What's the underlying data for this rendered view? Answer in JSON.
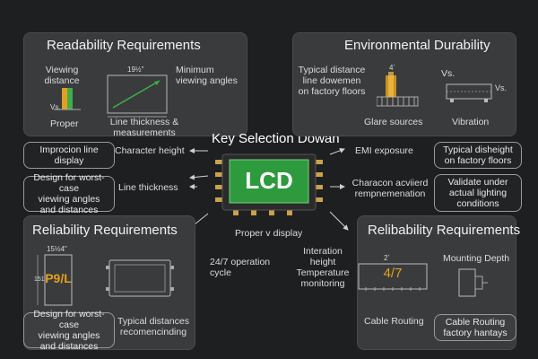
{
  "center": {
    "title": "Key Selection Dowan",
    "chip_label": "LCD",
    "caption": "Proper v display"
  },
  "top_left": {
    "title": "Readability Requirements",
    "viewing_distance": "Viewing\ndistance",
    "vs": "Vs.",
    "proper": "Proper",
    "dim_label": "19½\"",
    "min_angles": "Minimum\nviewing angles",
    "line_thickness_meas": "Line thickness &\nmeasurements",
    "impro_box": "Improcion line\ndisplay",
    "char_height": "Character height",
    "design_box": "Design for worst-case\nviewing angles\nand distances",
    "line_thickness": "Line thickness"
  },
  "top_right": {
    "title": "Environmental Durability",
    "typical_distance": "Typical distance\nline dowemen\non factory floors",
    "dim_label": "4ʼ",
    "vs1": "Vs.",
    "vs2": "Vs.",
    "glare": "Glare sources",
    "vibration": "Vibration",
    "emi": "EMI exposure",
    "typical_box": "Typical disheight\non factory floors",
    "char_achieved": "Characon acviierd\nrempnemenation",
    "validate_box": "Validate under\nactual lighting\nconditions"
  },
  "bottom_left": {
    "title": "Reliability Requirements",
    "dim_label": "15½4\"",
    "side_label": "151",
    "screen_text": "P9/L",
    "operation": "24/7 operation\ncycle",
    "design_box": "Design for worst-case\nviewing angles\nand distances",
    "typical_box": "Typical distances\nrecomencinding"
  },
  "bottom_right": {
    "title": "Relibability Requirements",
    "interaction": "Interation\nheight\nTemperature\nmonitoring",
    "dim_label": "2ʼ",
    "screen_text": "4/7",
    "mounting": "Mounting Depth",
    "cable_routing": "Cable Routing",
    "cable_box": "Cable Routing\nfactory hantays"
  },
  "colors": {
    "chip_green": "#2e9a3e",
    "orange": "#e3a01e",
    "dim_green": "#3fae4a"
  }
}
